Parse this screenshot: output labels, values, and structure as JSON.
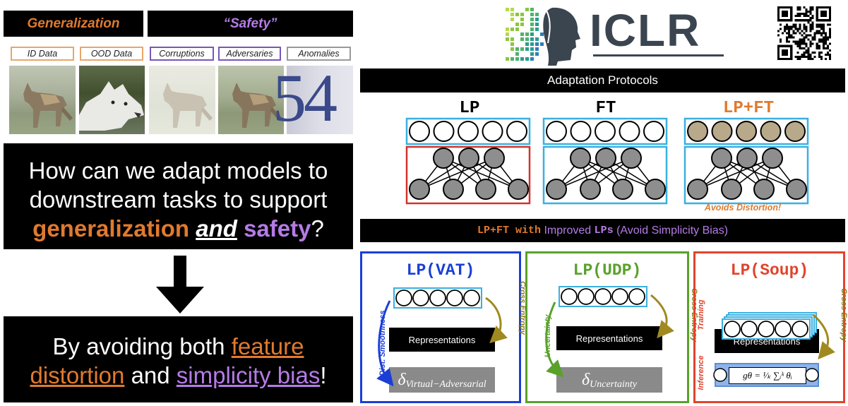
{
  "left": {
    "generalization_header": "Generalization",
    "safety_header": "“Safety”",
    "tags": [
      "ID Data",
      "OOD Data",
      "Corruptions",
      "Adversaries",
      "Anomalies"
    ],
    "anomaly_digits": "54",
    "question": {
      "line1": "How can we adapt models to",
      "line2": "downstream tasks to support",
      "generalization": "generalization",
      "and": "and",
      "safety": "safety",
      "qmark": "?"
    },
    "answer": {
      "prefix": "By avoiding both",
      "feature": "feature",
      "distortion": "distortion",
      "middle": "and",
      "simplicity_bias": "simplicity bias",
      "suffix": "!"
    }
  },
  "right": {
    "logo_text": "ICLR",
    "protocols_title": "Adaptation Protocols",
    "protocols": [
      {
        "label": "LP",
        "color": "#000000"
      },
      {
        "label": "FT",
        "color": "#000000"
      },
      {
        "label": "LP+FT",
        "color": "#e07a2e"
      }
    ],
    "avoids_distortion": "Avoids Distortion!",
    "improved_bar": {
      "part1": "LP+FT with",
      "part2": "Improved",
      "part3": "LPs",
      "part4": "(Avoid Simplicity Bias)"
    },
    "panels": [
      {
        "title": "LP(VAT)",
        "color": "#1a3fd6",
        "rep": "Representations",
        "bottom": "δ",
        "sub": "Virtual−Adversarial",
        "left_label": "Dist. Smoothness",
        "right_label": "Cross Entropy"
      },
      {
        "title": "LP(UDP)",
        "color": "#5aa12a",
        "rep": "Representations",
        "bottom": "δ",
        "sub": "Uncertainty",
        "left_label": "Uncertainty",
        "right_label": "Cross Entropy"
      },
      {
        "title": "LP(Soup)",
        "color": "#e0442c",
        "rep": "Representations",
        "formula": "gθ = ¹⁄ₖ ∑ᵢᵏ θᵢ",
        "left_label_top": "Training",
        "left_label_bottom": "Inference",
        "right_label": "Cross Entropy"
      }
    ]
  },
  "colors": {
    "orange": "#e07a2e",
    "purple": "#b57be6",
    "cyan": "#3ab0e0",
    "red": "#d2332a",
    "olive": "#a08a20"
  }
}
